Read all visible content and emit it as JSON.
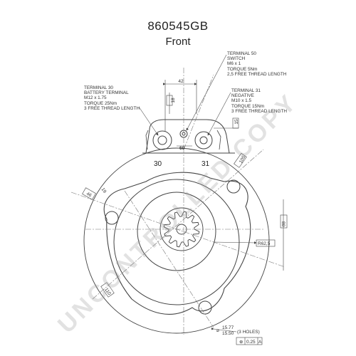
{
  "title": "860545GB",
  "view": "Front",
  "watermark": "UNCONTROLLED COPY",
  "terminal_labels": {
    "t30": "30",
    "t31": "31"
  },
  "notes": {
    "terminal50": [
      "TERMINAL 50",
      "SWITCH",
      "M6 x 1",
      "TORQUE 5Nm",
      "2,5 FREE THREAD LENGTH"
    ],
    "terminal30": [
      "TERMINAL 30",
      "BATTERY TERMINAL",
      "M12 x 1.75",
      "TORQUE 25Nm",
      "3 FREE THREAD LENGTH"
    ],
    "terminal31": [
      "TERMINAL 31",
      "NEGATIVE",
      "M10 x 1.5",
      "TORQUE 15Nm",
      "3 FREE THREAD LENGTH"
    ]
  },
  "dimensions": {
    "d42": "42",
    "d18": "18",
    "d15": "15",
    "d60": "60",
    "d105": "105",
    "d46": "46",
    "d62_5": "R62,5",
    "d80": "80",
    "d110": "110",
    "d19": "19",
    "hole_dia_top": "15.77",
    "hole_dia_bottom": "15.50",
    "holes": "(3 HOLES)",
    "tolerance": "0.25",
    "datum": "A"
  }
}
